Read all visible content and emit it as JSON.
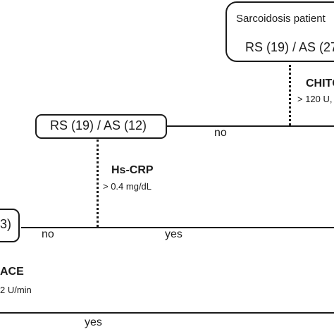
{
  "root": {
    "line1": "Sarcoidosis patient",
    "line2": "RS (19) / AS (27"
  },
  "chito": {
    "name": "CHITC",
    "threshold": "> 120 U,"
  },
  "node_mid": {
    "label": "RS (19) / AS (12)"
  },
  "hscrp": {
    "name": "Hs-CRP",
    "threshold": "> 0.4 mg/dL"
  },
  "node_left": {
    "label": "3)"
  },
  "ace": {
    "name": "ACE",
    "threshold": "2 U/min"
  },
  "edges": {
    "no_top": "no",
    "no_mid": "no",
    "yes_mid": "yes",
    "yes_bottom": "yes"
  }
}
